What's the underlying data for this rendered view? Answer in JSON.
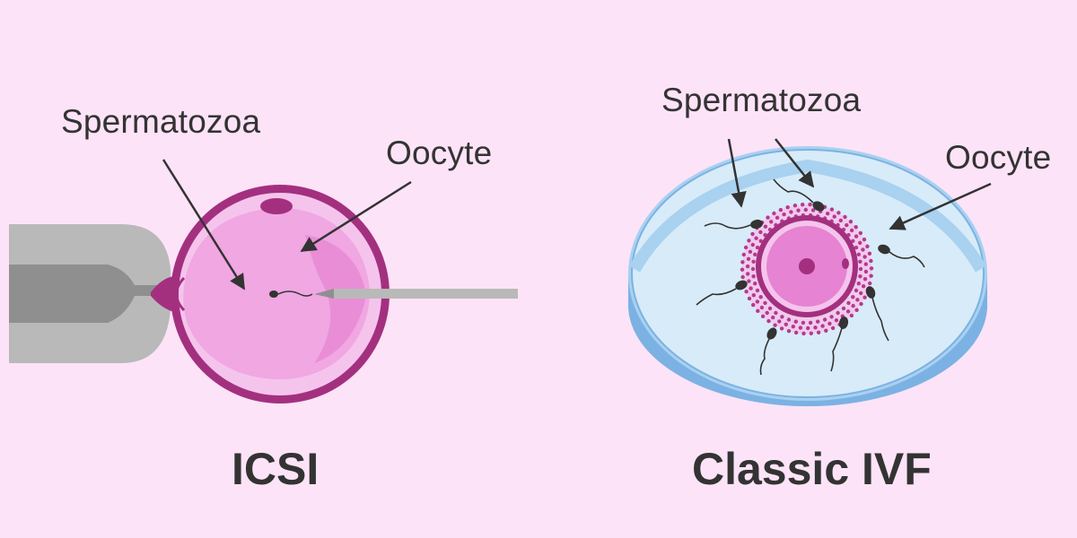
{
  "colors": {
    "background": "#fde3f7",
    "oocyte_fill": "#f0a7e2",
    "oocyte_outline": "#a3307f",
    "oocyte_inner": "#e683d2",
    "dish_fill": "#d8ebf8",
    "dish_rim": "#7bb2e3",
    "pipette_light": "#b9b9b9",
    "pipette_dark": "#8f8f8f",
    "label_text": "#333333"
  },
  "icsi": {
    "title": "ICSI",
    "label_spermatozoa": "Spermatozoa",
    "label_oocyte": "Oocyte"
  },
  "ivf": {
    "title": "Classic IVF",
    "label_spermatozoa": "Spermatozoa",
    "label_oocyte": "Oocyte"
  }
}
